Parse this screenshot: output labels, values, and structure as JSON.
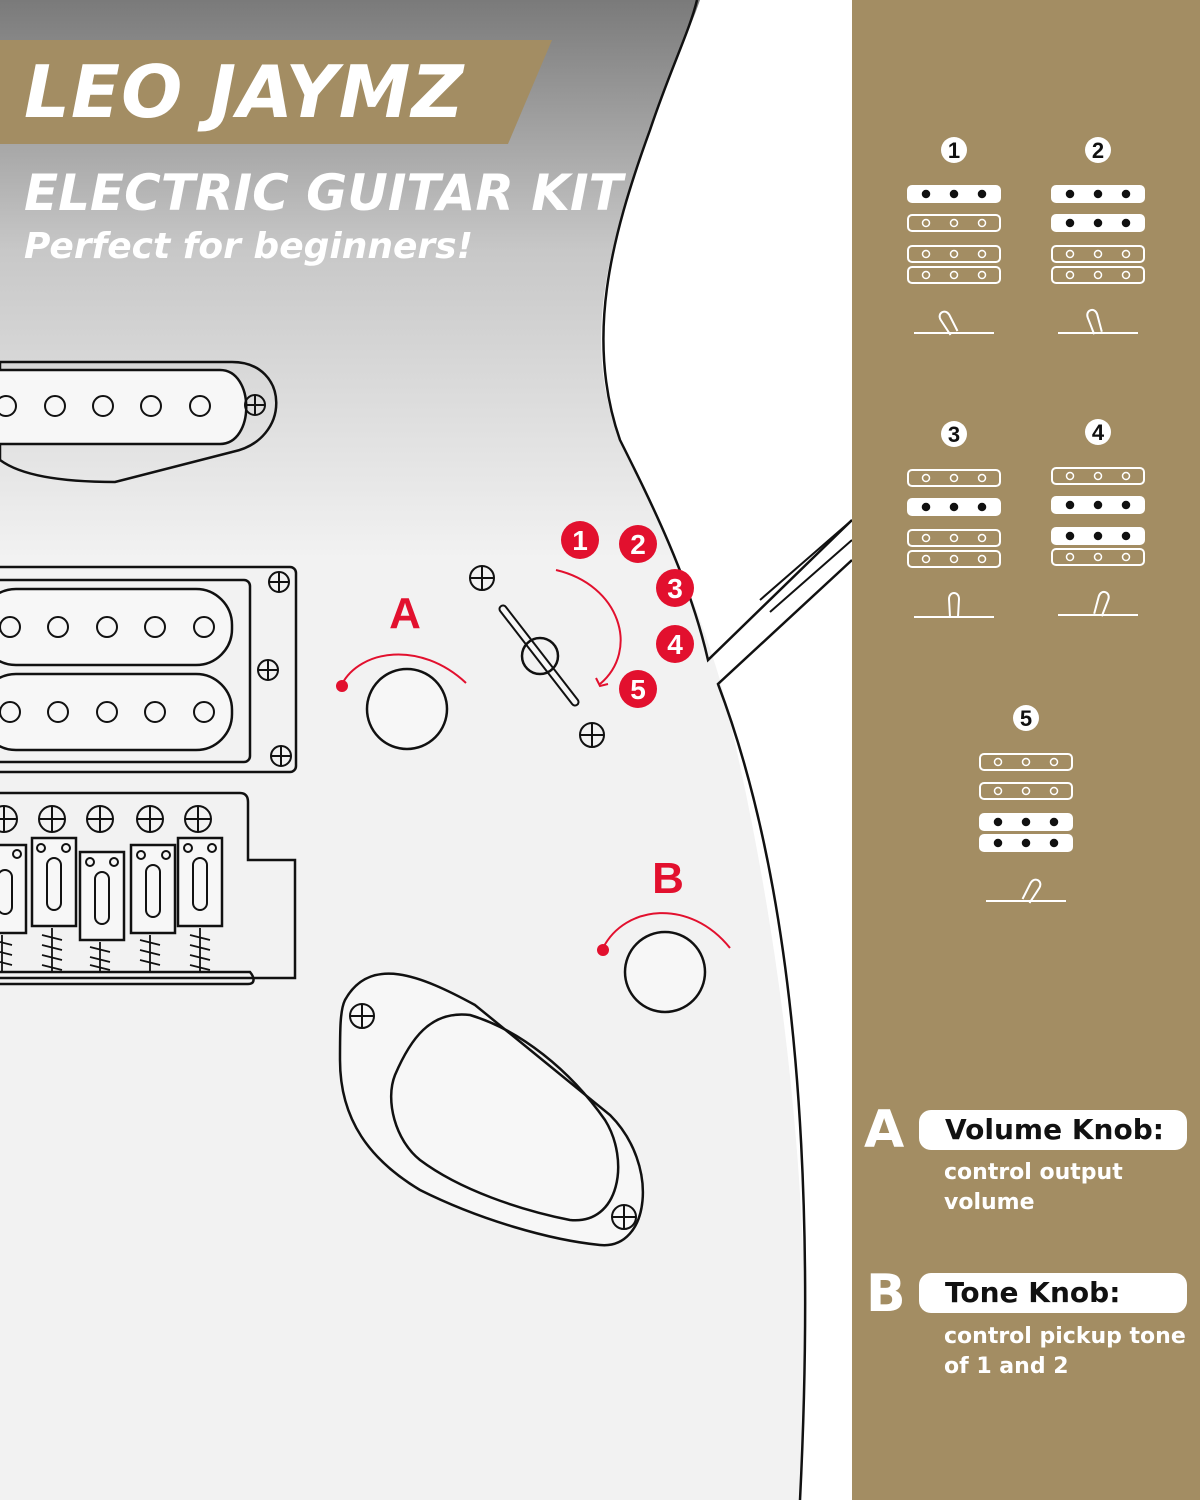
{
  "header": {
    "brand": "LEO JAYMZ",
    "title": "ELECTRIC GUITAR KIT",
    "tagline": "Perfect for beginners!"
  },
  "diagram": {
    "knob_a_label": "A",
    "knob_b_label": "B",
    "switch_positions": [
      "1",
      "2",
      "3",
      "4",
      "5"
    ]
  },
  "pickup_positions": [
    {
      "label": "1"
    },
    {
      "label": "2"
    },
    {
      "label": "3"
    },
    {
      "label": "4"
    },
    {
      "label": "5"
    }
  ],
  "legend": [
    {
      "letter": "A",
      "name": "Volume Knob:",
      "description": "control output volume"
    },
    {
      "letter": "B",
      "name": "Tone Knob:",
      "description": "control pickup tone of 1 and 2"
    }
  ],
  "colors": {
    "gold": "#a38d63",
    "red": "#e2102e",
    "ink": "#111111",
    "body_fill": "#f2f2f2"
  }
}
